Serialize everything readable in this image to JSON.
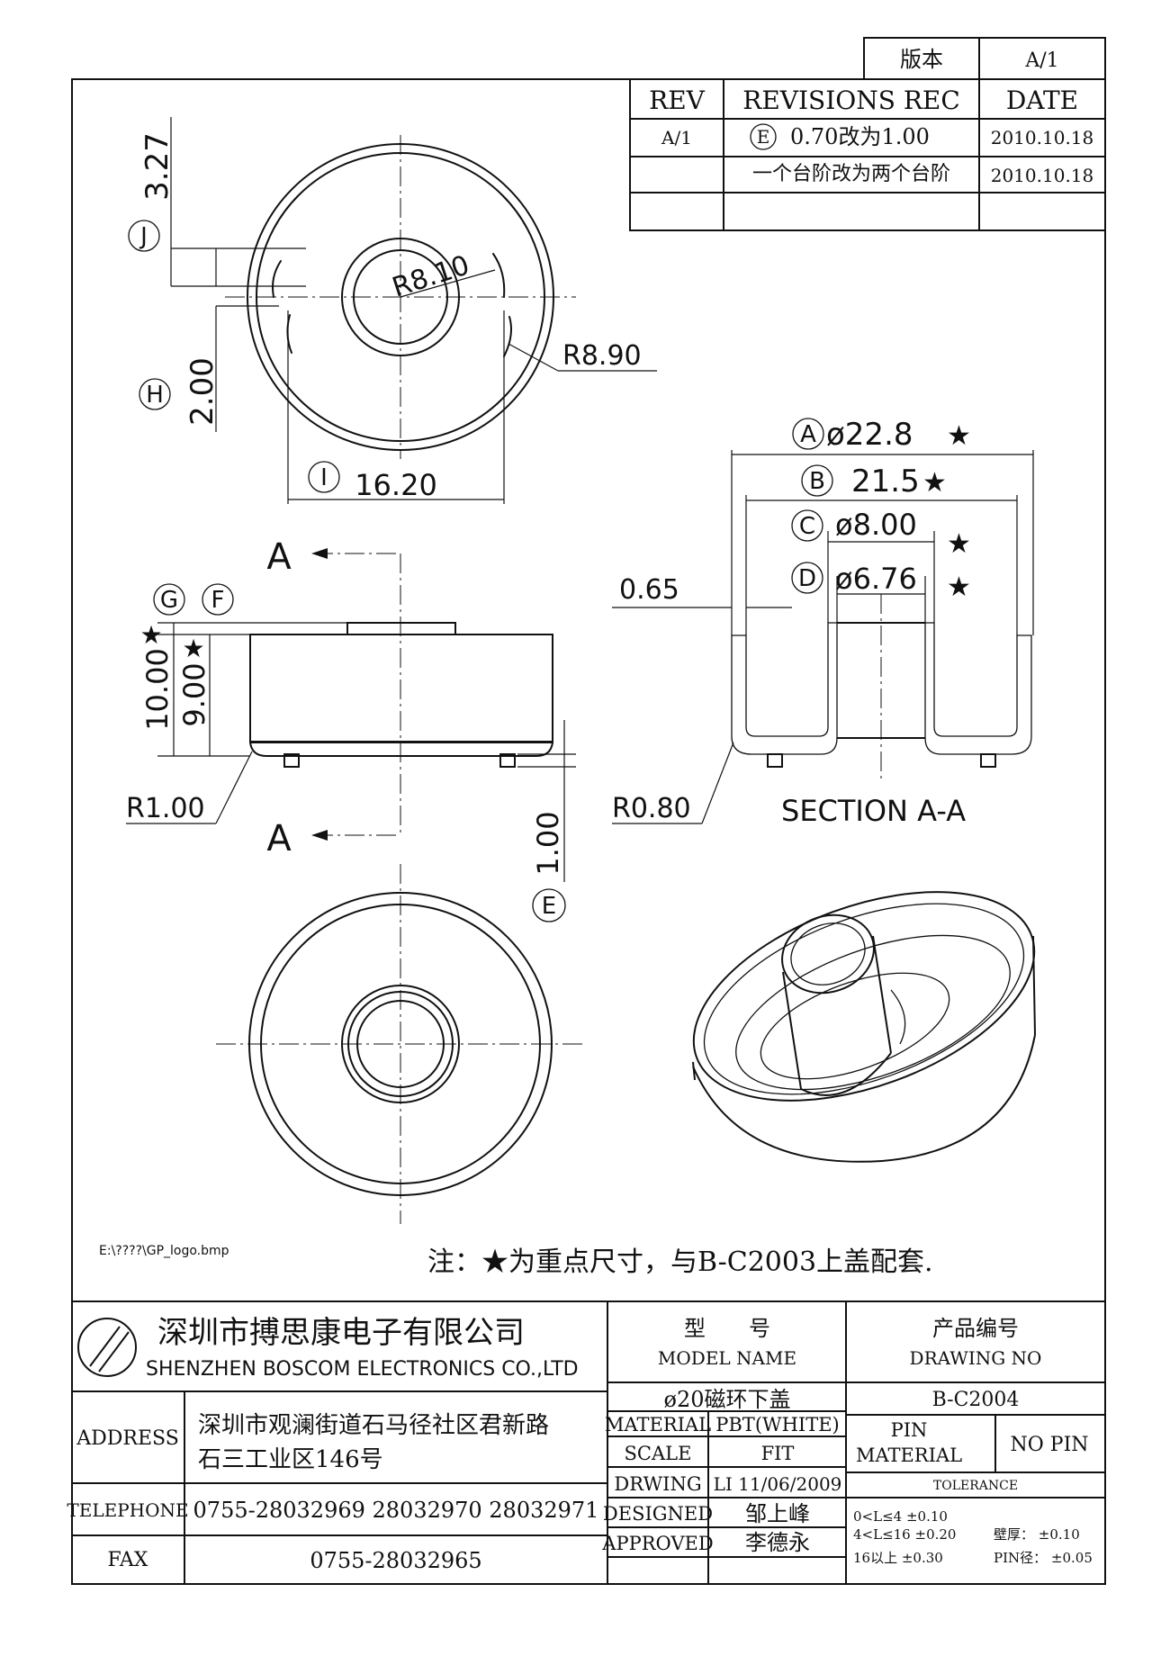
{
  "version_box": {
    "label": "版本",
    "value": "A/1"
  },
  "revision_table": {
    "headers": [
      "REV",
      "REVISIONS REC",
      "DATE"
    ],
    "rows": [
      {
        "rev": "A/1",
        "mark": "E",
        "text": "0.70改为1.00",
        "date": "2010.10.18"
      },
      {
        "rev": "",
        "mark": "",
        "text": "一个台阶改为两个台阶",
        "date": "2010.10.18"
      }
    ]
  },
  "top_view": {
    "j_mark": "J",
    "j_value": "3.27",
    "h_mark": "H",
    "h_value": "2.00",
    "i_mark": "I",
    "i_value": "16.20",
    "r_inner": "R8.10",
    "r_outer": "R8.90"
  },
  "side_view": {
    "section_label": "A",
    "g_mark": "G",
    "f_mark": "F",
    "star": "★",
    "h_total": "10.00",
    "h_body": "9.00",
    "radius": "R1.00",
    "pin_height": "1.00",
    "e_mark": "E"
  },
  "section_view": {
    "a_mark": "A",
    "a_value": "ø22.8",
    "b_mark": "B",
    "b_value": "21.5",
    "c_mark": "C",
    "c_value": "ø8.00",
    "d_mark": "D",
    "d_value": "ø6.76",
    "wall": "0.65",
    "radius": "R0.80",
    "title": "SECTION A-A"
  },
  "logo_path": "E:\\????\\GP_logo.bmp",
  "note": "注：★为重点尺寸，与B-C2003上盖配套.",
  "title_block": {
    "company_cn": "深圳市搏思康电子有限公司",
    "company_en": "SHENZHEN BOSCOM ELECTRONICS CO.,LTD",
    "model_label_cn": "型　　号",
    "model_label_en": "MODEL NAME",
    "drawing_label_cn": "产品编号",
    "drawing_label_en": "DRAWING NO",
    "model_value": "ø20磁环下盖",
    "drawing_value": "B-C2004",
    "address_label": "ADDRESS",
    "address_line1": "深圳市观澜街道石马径社区君新路",
    "address_line2": "石三工业区146号",
    "telephone_label": "TELEPHONE",
    "telephone_value": "0755-28032969 28032970 28032971",
    "fax_label": "FAX",
    "fax_value": "0755-28032965",
    "material_label": "MATERIAL",
    "material_value": "PBT(WHITE)",
    "scale_label": "SCALE",
    "scale_value": "FIT",
    "drawing_by_label": "DRWING",
    "drawing_by_value": "LI 11/06/2009",
    "designed_label": "DESIGNED",
    "designed_value": "邹上峰",
    "approved_label": "APPROVED",
    "approved_value": "李德永",
    "pin_material_label1": "PIN",
    "pin_material_label2": "MATERIAL",
    "pin_material_value": "NO PIN",
    "tolerance_label": "TOLERANCE",
    "tol_line1": "0<L≤4  ±0.10",
    "tol_line2": "4<L≤16  ±0.20",
    "tol_line3": "16以上    ±0.30",
    "tol_wall": "壁厚：  ±0.10",
    "tol_pin": "PIN径： ±0.05"
  }
}
